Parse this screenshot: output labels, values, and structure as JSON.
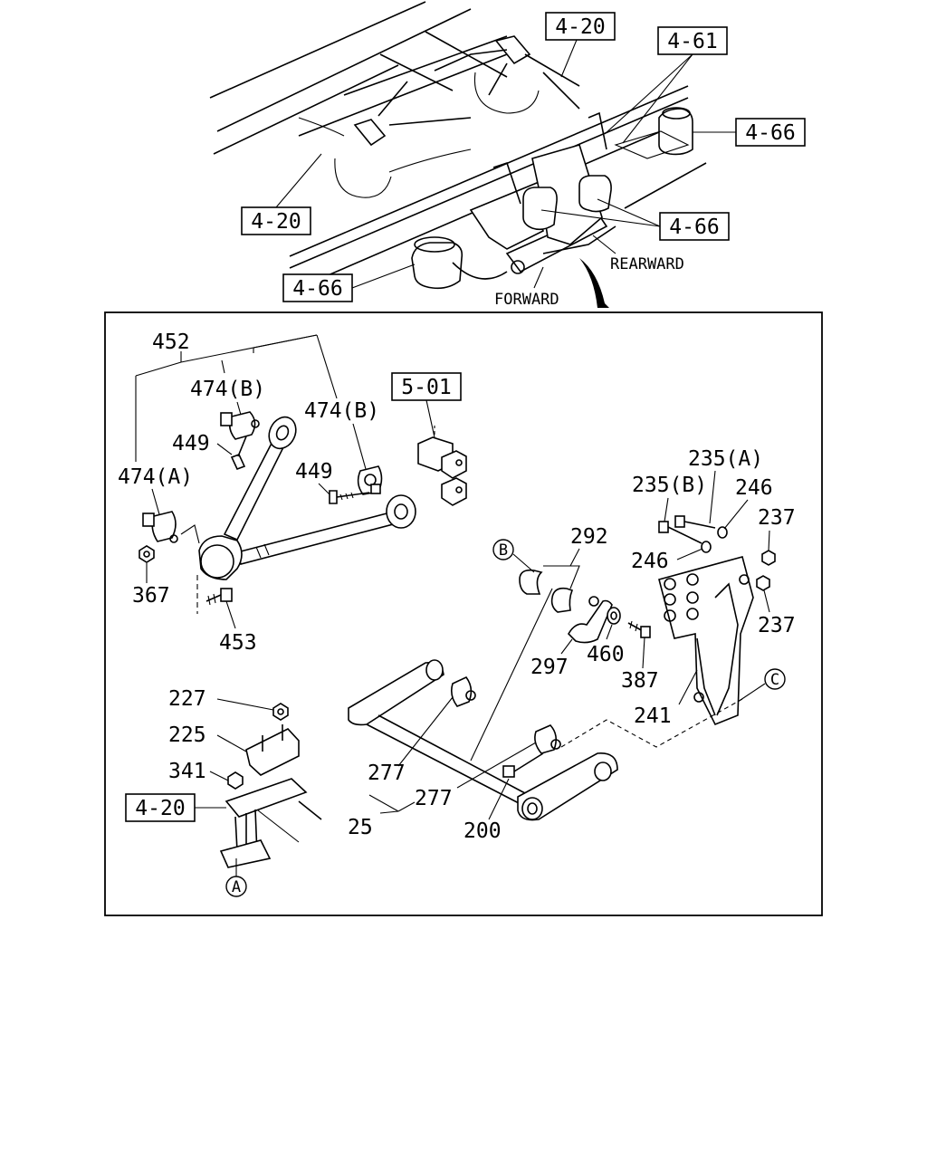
{
  "diagram": {
    "overview": {
      "refs": {
        "frame_top": "4-20",
        "frame_left": "4-20",
        "spring": "4-61",
        "bag_right": "4-66",
        "bag_mid": "4-66",
        "bag_left": "4-66"
      },
      "directions": {
        "rearward": "REARWARD",
        "forward": "FORWARD"
      }
    },
    "detail": {
      "refs": {
        "bracket": "5-01",
        "frame": "4-20"
      },
      "callouts": {
        "c452": "452",
        "c474b_1": "474(B)",
        "c474b_2": "474(B)",
        "c474a": "474(A)",
        "c449_1": "449",
        "c449_2": "449",
        "c367": "367",
        "c453": "453",
        "c292": "292",
        "c297": "297",
        "c460": "460",
        "c387": "387",
        "c235a": "235(A)",
        "c235b": "235(B)",
        "c246_1": "246",
        "c246_2": "246",
        "c237_1": "237",
        "c237_2": "237",
        "c241": "241",
        "c227": "227",
        "c225": "225",
        "c341": "341",
        "c277_1": "277",
        "c277_2": "277",
        "c25": "25",
        "c200": "200"
      },
      "markers": {
        "a": "A",
        "b": "B",
        "c": "C"
      }
    }
  }
}
